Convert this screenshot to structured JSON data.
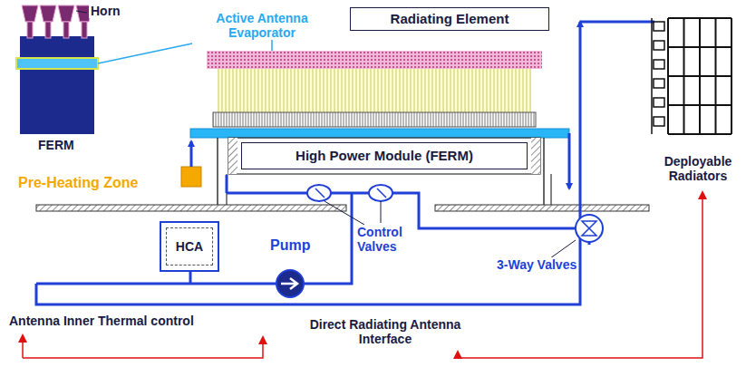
{
  "diagram": {
    "nodes": [
      {
        "text": [
          "Radiating Element"
        ]
      },
      {
        "text": [
          "High Power Module (FERM)"
        ]
      },
      {
        "text": [
          "HCA"
        ]
      },
      {
        "text": [
          "Deployable Radiators"
        ]
      }
    ],
    "labels": [
      "Horn",
      "FERM",
      "Active Antenna Evaporator",
      "Pre-Heating Zone",
      "Pump",
      "Control Valves",
      "3-Way Valves",
      "Antenna Inner Thermal control",
      "Direct Radiating Antenna Interface"
    ]
  }
}
